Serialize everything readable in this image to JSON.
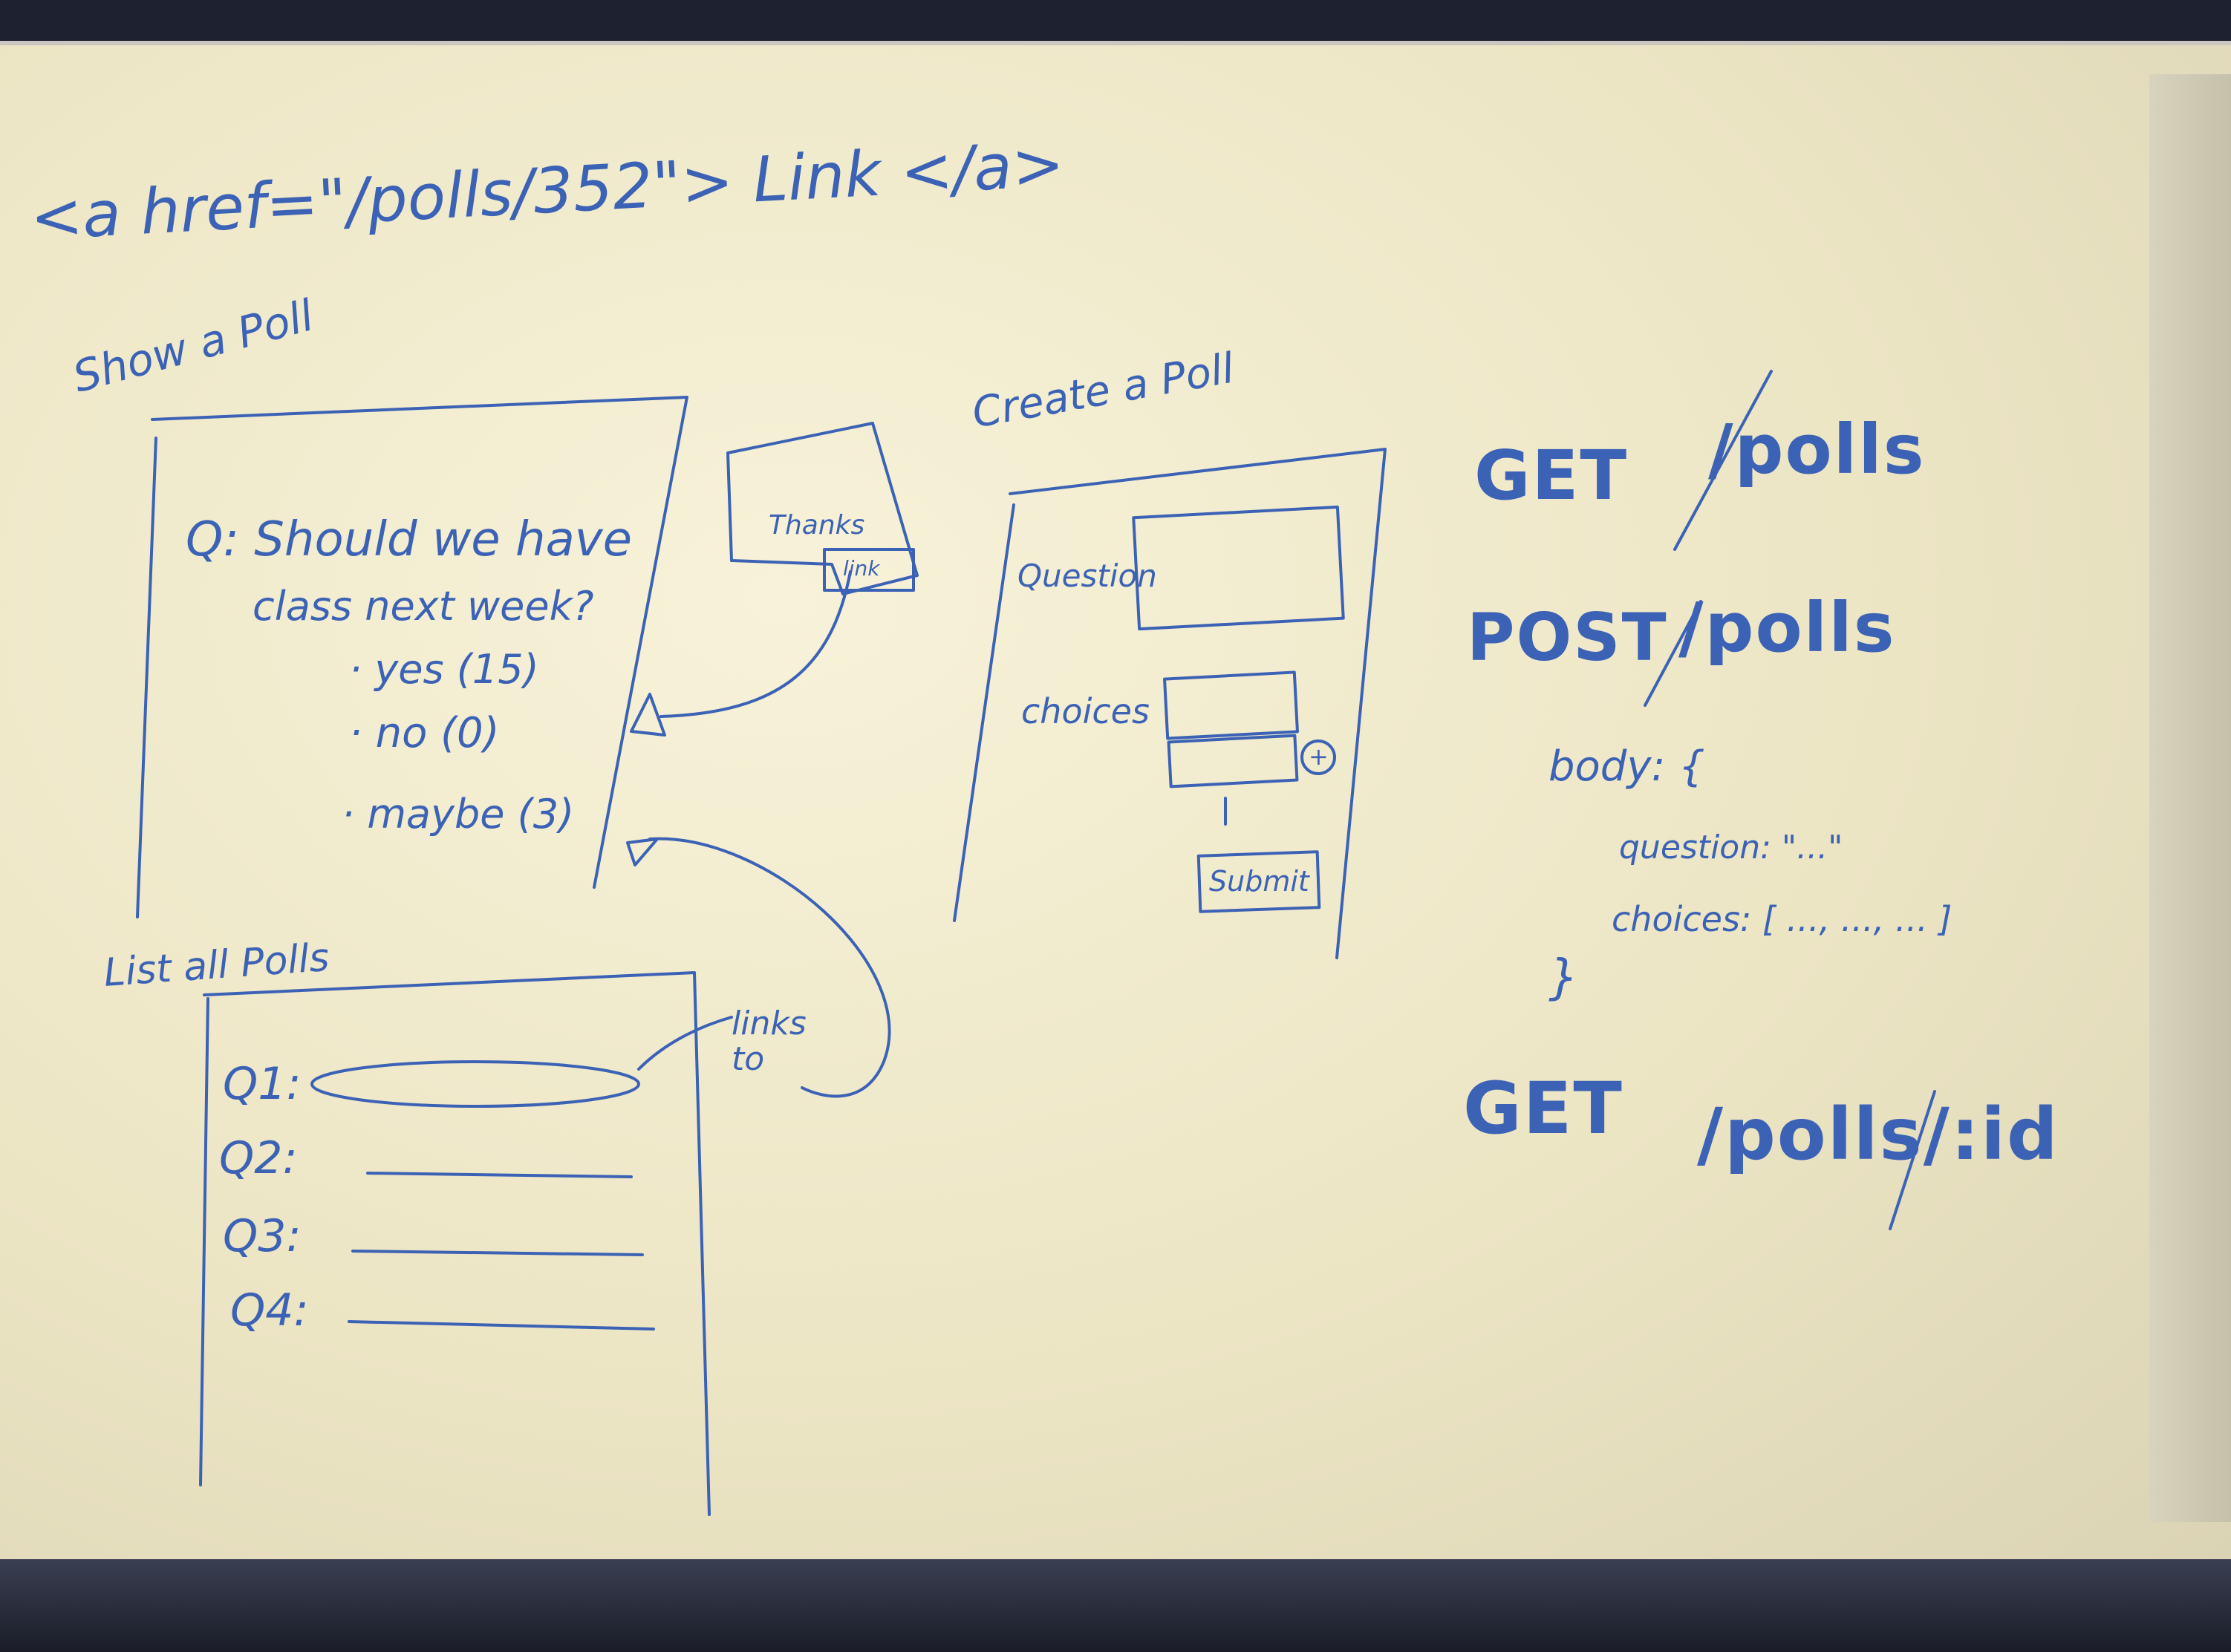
{
  "anchor_code": "<a href=\"/polls/352\"> Link </a>",
  "show_poll": {
    "title": "Show a Poll",
    "question_line1": "Q: Should we have",
    "question_line2": "class next week?",
    "options": [
      "· yes (15)",
      "· no (0)",
      "· maybe (3)"
    ]
  },
  "thanks_popup": {
    "text": "Thanks",
    "button": "link"
  },
  "create_poll": {
    "title": "Create a Poll",
    "question_label": "Question",
    "choices_label": "choices",
    "add_symbol": "+",
    "submit_label": "Submit"
  },
  "list_polls": {
    "title": "List all Polls",
    "items": [
      "Q1:",
      "Q2:",
      "Q3:",
      "Q4:"
    ],
    "links_to": "links to"
  },
  "routes": {
    "get_polls_method": "GET",
    "get_polls_path": "/polls",
    "post_polls_method": "POST",
    "post_polls_path": "/polls",
    "body_label": "body: {",
    "body_question": "question: \"...\"",
    "body_choices": "choices: [ ..., ..., ... ]",
    "body_close": "}",
    "get_poll_method": "GET",
    "get_poll_path": "/polls/:id"
  },
  "colors": {
    "ink": "#3b62b5",
    "board": "#f4efd6"
  }
}
